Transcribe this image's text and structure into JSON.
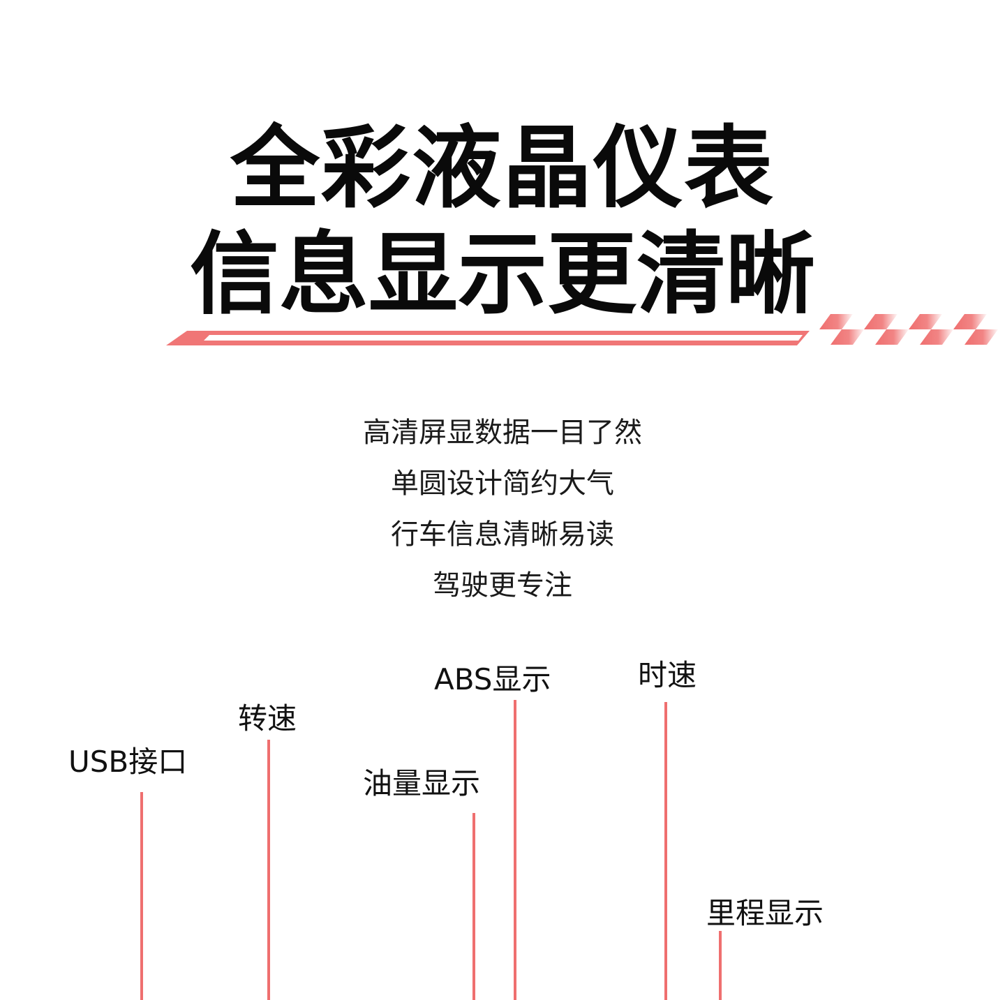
{
  "headline": {
    "line1": "全彩液晶仪表",
    "line2": "信息显示更清晰"
  },
  "description": [
    "高清屏显数据一目了然",
    "单圆设计简约大气",
    "行车信息清晰易读",
    "驾驶更专注"
  ],
  "callouts": {
    "usb": "USB接口",
    "rpm": "转速",
    "fuel": "油量显示",
    "abs": "ABS显示",
    "speed": "时速",
    "mileage": "里程显示"
  },
  "colors": {
    "accent": "#ef6f6f",
    "text": "#111111",
    "background": "#ffffff"
  }
}
